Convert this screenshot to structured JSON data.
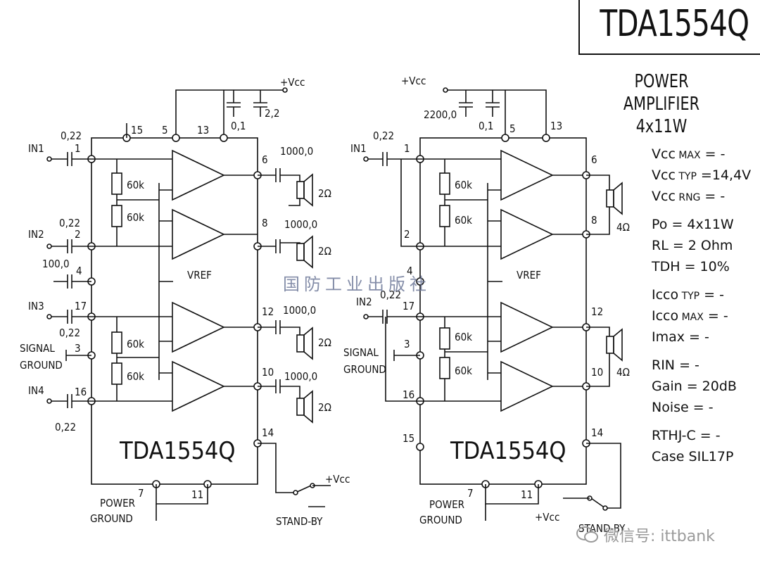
{
  "title": "TDA1554Q",
  "subtitle_line1": "POWER AMPLIFIER",
  "subtitle_line2": "4x11W",
  "specs": [
    {
      "main": "Vcc",
      "sub": "MAX",
      "rest": "= -"
    },
    {
      "main": "Vcc",
      "sub": "TYP",
      "rest": "=14,4V"
    },
    {
      "main": "Vcc",
      "sub": "RNG",
      "rest": "= -"
    },
    {
      "main": "Po",
      "sub": "",
      "rest": "= 4x11W"
    },
    {
      "main": "RL",
      "sub": "",
      "rest": "= 2 Ohm"
    },
    {
      "main": "TDH",
      "sub": "",
      "rest": "= 10%"
    },
    {
      "main": "Icco",
      "sub": "TYP",
      "rest": "= -"
    },
    {
      "main": "Icco",
      "sub": "MAX",
      "rest": "= -"
    },
    {
      "main": "Imax",
      "sub": "",
      "rest": "= -"
    },
    {
      "main": "RIN",
      "sub": "",
      "rest": "= -"
    },
    {
      "main": "Gain",
      "sub": "",
      "rest": "= 20dB"
    },
    {
      "main": "Noise",
      "sub": "",
      "rest": "= -"
    },
    {
      "main": "RTHJ-C",
      "sub": "",
      "rest": "= -"
    },
    {
      "main": "Case",
      "sub": "",
      "rest": "SIL17P"
    }
  ],
  "watermark_cn": "国防工业出版社",
  "wechat_label": "微信号: ittbank",
  "left": {
    "chip_label": "TDA1554Q",
    "vcc": "+Vcc",
    "cap_01": "0,1",
    "cap_22": "2,2",
    "in1": "IN1",
    "in2": "IN2",
    "in3": "IN3",
    "in4": "IN4",
    "cin": "0,22",
    "cap_100": "100,0",
    "cout": "1000,0",
    "res": "60k",
    "vref": "VREF",
    "speaker": "2Ω",
    "signal_ground_1": "SIGNAL",
    "signal_ground_2": "GROUND",
    "power_ground_1": "POWER",
    "power_ground_2": "GROUND",
    "standby": "STAND-BY",
    "pins": [
      "1",
      "2",
      "3",
      "4",
      "5",
      "6",
      "7",
      "8",
      "10",
      "11",
      "12",
      "13",
      "14",
      "15",
      "16",
      "17"
    ]
  },
  "right": {
    "chip_label": "TDA1554Q",
    "vcc": "+Vcc",
    "cap_2200": "2200,0",
    "cap_01": "0,1",
    "in1": "IN1",
    "in2": "IN2",
    "cin": "0,22",
    "res": "60k",
    "vref": "VREF",
    "speaker": "4Ω",
    "signal_ground_1": "SIGNAL",
    "signal_ground_2": "GROUND",
    "power_ground_1": "POWER",
    "power_ground_2": "GROUND",
    "standby": "STAND-BY",
    "vcc_standby": "+Vcc"
  }
}
